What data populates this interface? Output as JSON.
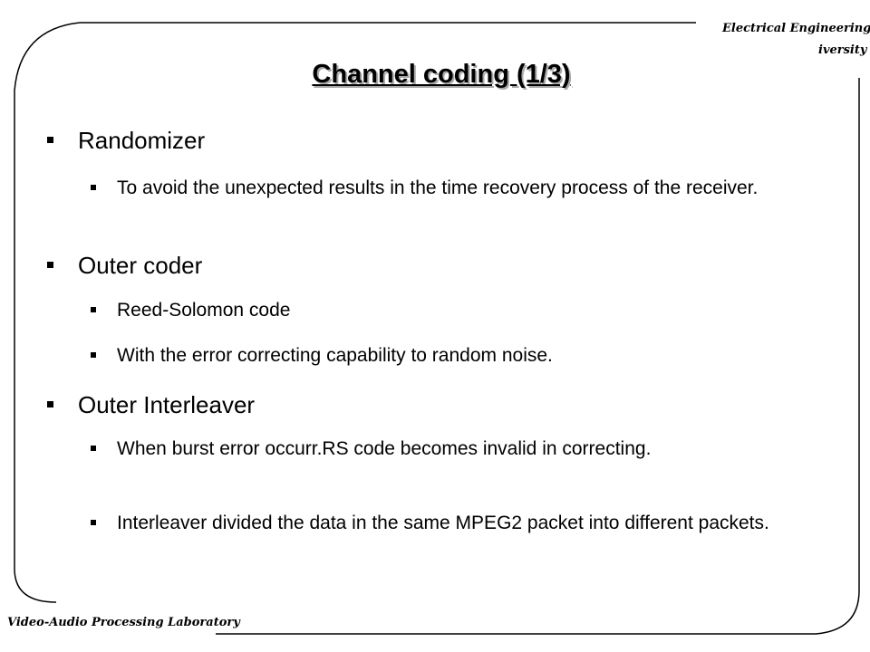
{
  "header": {
    "department": "Electrical Engineering",
    "university": "iversity"
  },
  "footer": {
    "lab": "Video-Audio Processing Laboratory"
  },
  "slide": {
    "title": "Channel coding (1/3)",
    "sections": [
      {
        "heading": "Randomizer",
        "points": [
          "To avoid the unexpected results in the time recovery process of the receiver."
        ]
      },
      {
        "heading": "Outer coder",
        "points": [
          "Reed-Solomon code",
          "With the error correcting capability to random noise."
        ]
      },
      {
        "heading": "Outer Interleaver",
        "points": [
          "When burst error occurr.RS code becomes invalid in correcting.",
          "Interleaver divided the data in the same MPEG2 packet into different packets."
        ]
      }
    ]
  }
}
